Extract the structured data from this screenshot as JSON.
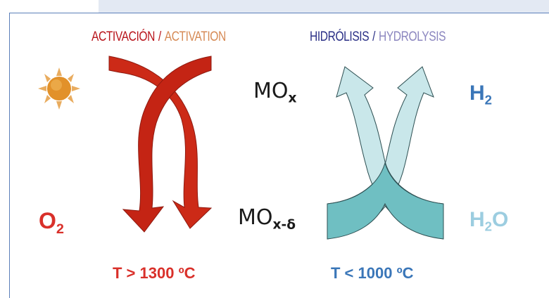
{
  "headings": {
    "activation_es": "ACTIVACIÓN",
    "activation_en": "ACTIVATION",
    "hydrolysis_es": "HIDRÓLISIS",
    "hydrolysis_en": "HYDROLYSIS",
    "separator": "/"
  },
  "species": {
    "mox_main": "MO",
    "mox_sub": "x",
    "moxd_main": "MO",
    "moxd_sub": "x-δ",
    "o2_main": "O",
    "o2_sub": "2",
    "h2_main": "H",
    "h2_sub": "2",
    "h2o_h": "H",
    "h2o_sub": "2",
    "h2o_o": "O"
  },
  "temperatures": {
    "activation": "T > 1300  ºC",
    "hydrolysis": "T < 1000  ºC"
  },
  "colors": {
    "activation_es": "#b8141b",
    "activation_en": "#d68a55",
    "hydrolysis_es": "#2a2f86",
    "hydrolysis_en": "#8b86bf",
    "o2": "#d9302a",
    "h2": "#3a76b8",
    "h2o": "#9ccde0",
    "red_arrow": "#cc2a17",
    "light_teal_arrow": "#c9e7ea",
    "dark_teal_arrow": "#6fbfc2",
    "sun": "#e2912a",
    "frame_border": "#5b7fb9"
  },
  "icons": [
    "sun-icon",
    "activation-cross-arrow-icon",
    "hydrolysis-cross-arrow-icon"
  ]
}
